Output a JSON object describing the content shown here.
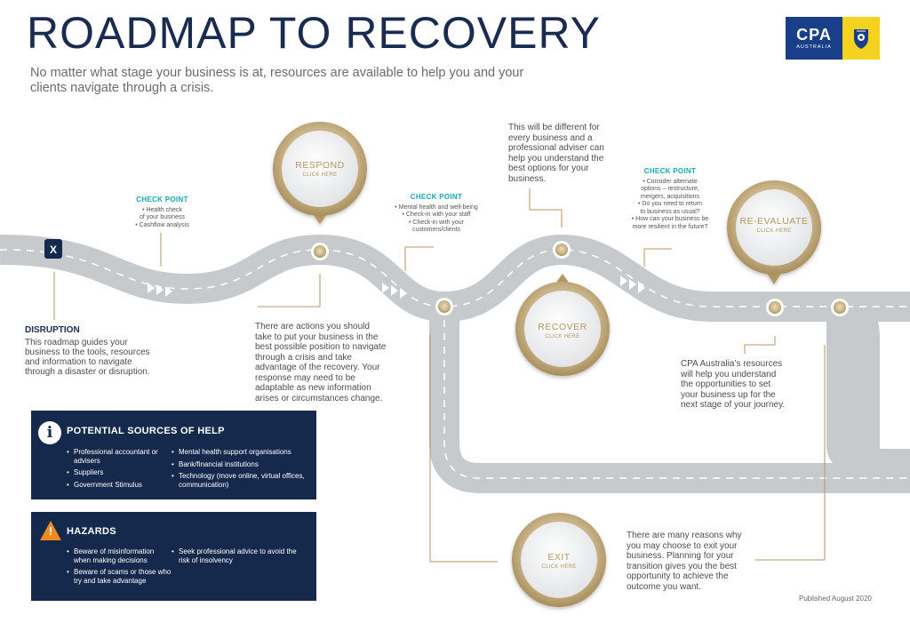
{
  "header": {
    "title": "ROADMAP TO RECOVERY",
    "subtitle": "No matter what stage your business is at, resources are available to help you and your clients navigate through a crisis."
  },
  "logo": {
    "text": "CPA",
    "subtext": "AUSTRALIA",
    "icon": "crest-icon"
  },
  "colors": {
    "navy": "#15294d",
    "title_navy": "#1a2b52",
    "gold": "#b39763",
    "teal": "#1aa6b2",
    "road": "#c7cacd",
    "road_edge": "#ffffff",
    "warning": "#ef8a1e",
    "logo_blue": "#1a3f8a",
    "logo_yellow": "#f4d21f"
  },
  "start_marker": "X",
  "disruption": {
    "heading": "DISRUPTION",
    "body": "This roadmap guides your business to the tools, resources and information to navigate through a disaster or disruption."
  },
  "checkpoints": [
    {
      "heading": "CHECK POINT",
      "items": [
        "• Health check",
        "of your business",
        "• Cashflow analysis"
      ]
    },
    {
      "heading": "CHECK POINT",
      "items": [
        "• Mental health and well-being",
        "• Check-in with your staff",
        "• Check-in with your",
        "customers/clients"
      ]
    },
    {
      "heading": "CHECK POINT",
      "items": [
        "• Consider alternate",
        "options – restructure,",
        "mergers, acquisitions",
        "• Do you need to return",
        "to business as usual?",
        "• How can your business be",
        "more resilient in the future?"
      ]
    }
  ],
  "stages": [
    {
      "name": "RESPOND",
      "cta": "CLICK HERE"
    },
    {
      "name": "RECOVER",
      "cta": "CLICK HERE"
    },
    {
      "name": "RE-EVALUATE",
      "cta": "CLICK HERE"
    },
    {
      "name": "EXIT",
      "cta": "CLICK HERE"
    }
  ],
  "descriptions": {
    "respond": "There are actions you should take to put your business in the best possible position to navigate through a crisis and take advantage of the recovery. Your response may need to be adaptable as new information arises or circumstances change.",
    "recover": "This will be different for every business and a professional adviser can help you understand the best options for your business.",
    "reevaluate": "CPA Australia’s resources will help you understand the opportunities to set your business up for the next stage of your journey.",
    "exit": "There are many reasons why you may choose to exit your business. Planning for your transition gives you the best opportunity to achieve the outcome you want."
  },
  "help_box": {
    "heading": "POTENTIAL SOURCES OF HELP",
    "left": [
      "Professional accountant or advisers",
      "Suppliers",
      "Government Stimulus"
    ],
    "right": [
      "Mental health support organisations",
      "Bank/financial institutions",
      "Technology (move online, virtual offices, communication)"
    ]
  },
  "hazards_box": {
    "heading": "HAZARDS",
    "left": [
      "Beware of misinformation when making decisions",
      "Beware of scams or those who try and take advantage"
    ],
    "right": [
      "Seek professional advice to avoid the risk of insolvency"
    ]
  },
  "footer": {
    "published": "Published August 2020"
  }
}
